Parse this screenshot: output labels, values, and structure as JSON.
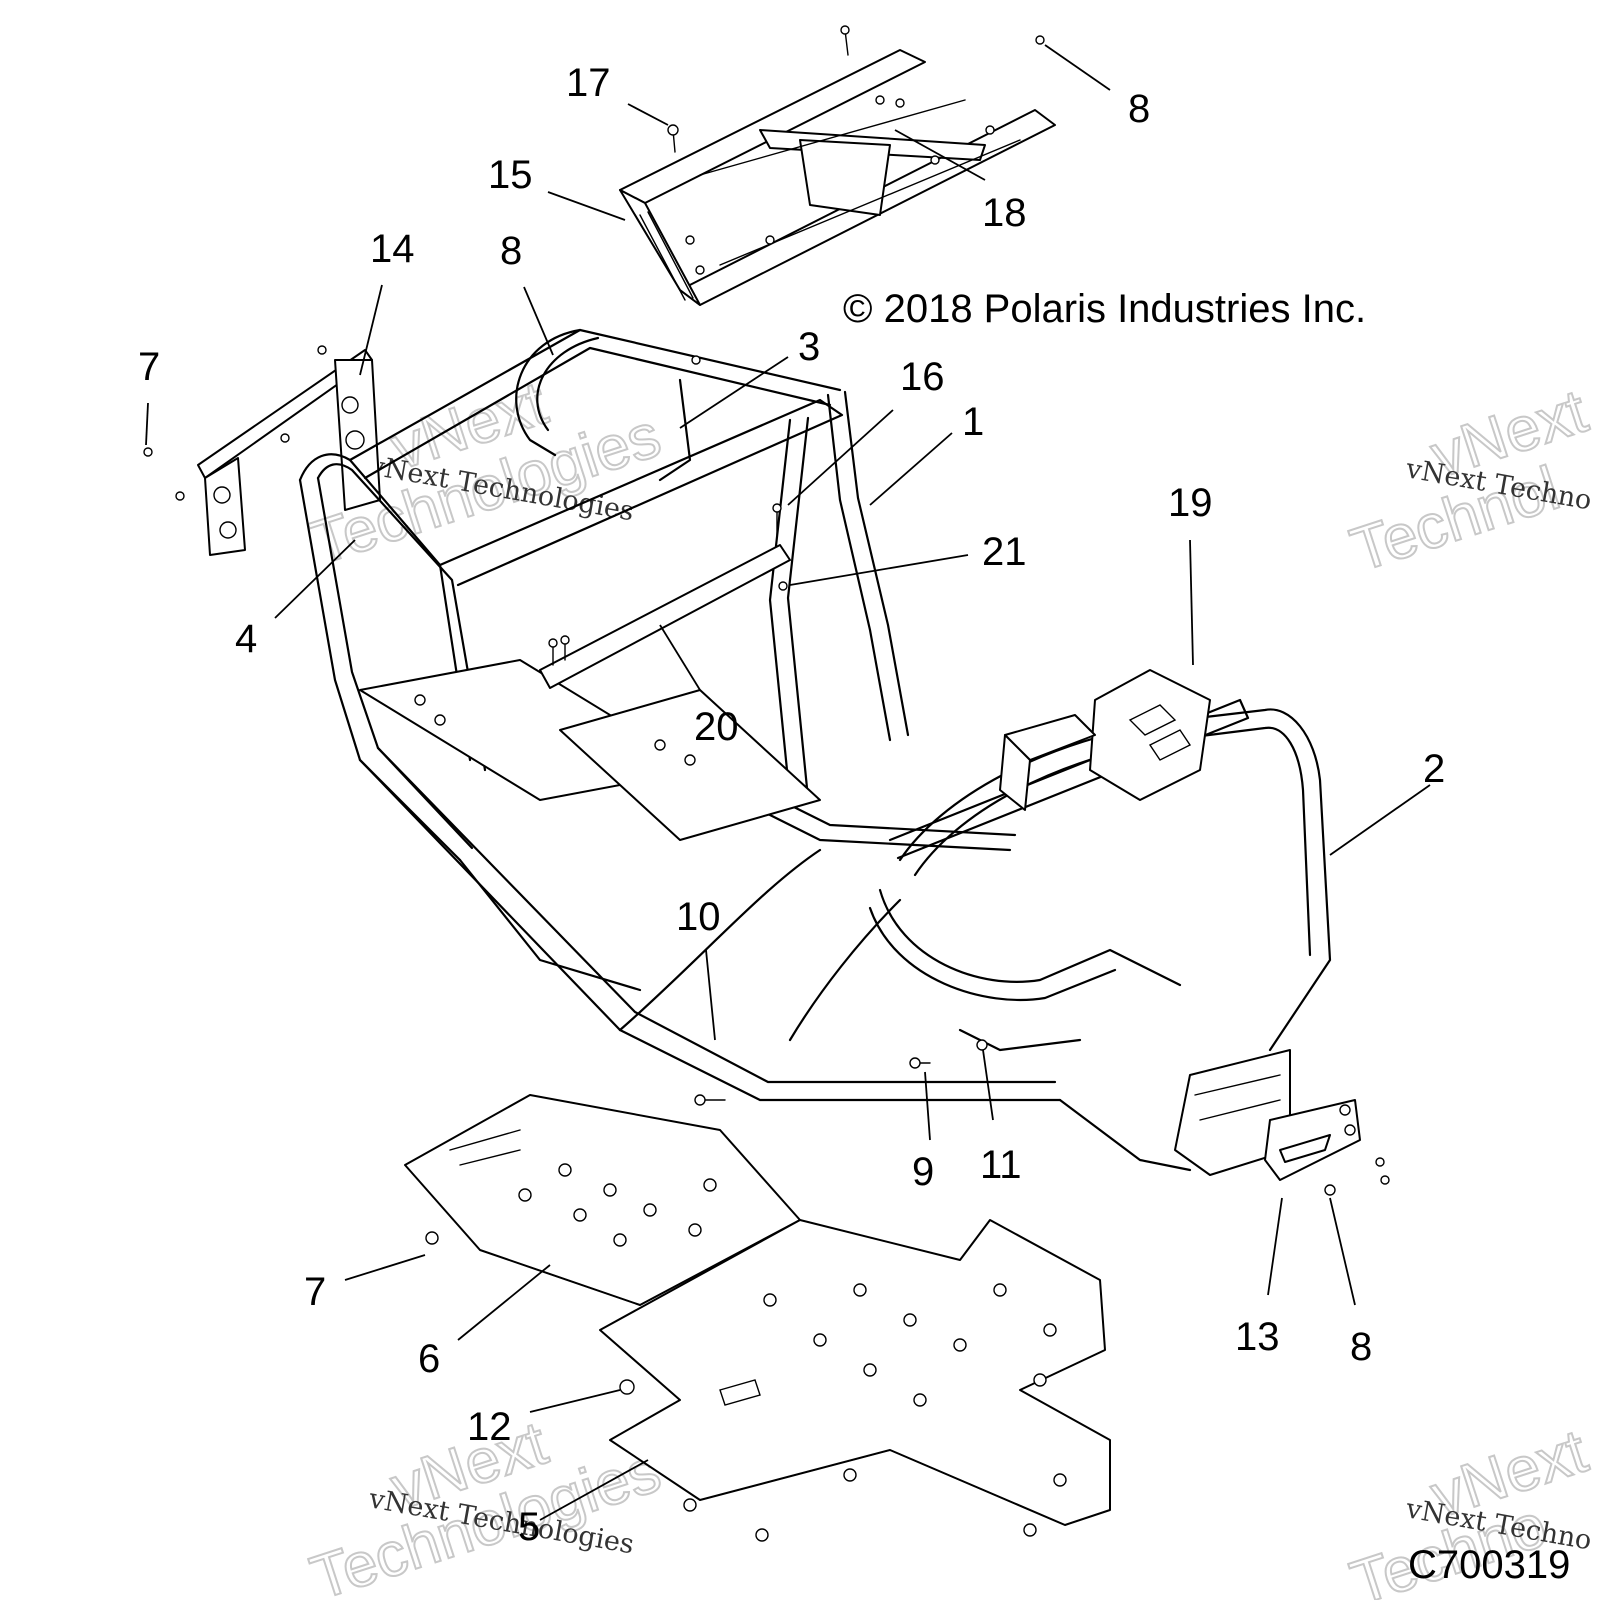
{
  "copyright": "© 2018 Polaris Industries Inc.",
  "figure_id": "C700319",
  "watermarks": [
    {
      "line1": "vNext",
      "line2": "Technologies",
      "small": "vNext Technologies"
    },
    {
      "line1": "vNext",
      "line2": "Technol",
      "small": "vNext Techno"
    },
    {
      "line1": "vNext",
      "line2": "Technologies",
      "small": "vNext Technologies"
    },
    {
      "line1": "vNext",
      "line2": "Techno",
      "small": "vNext Techno"
    }
  ],
  "callouts": [
    {
      "label": "17"
    },
    {
      "label": "8"
    },
    {
      "label": "15"
    },
    {
      "label": "18"
    },
    {
      "label": "14"
    },
    {
      "label": "8"
    },
    {
      "label": "7"
    },
    {
      "label": "3"
    },
    {
      "label": "16"
    },
    {
      "label": "1"
    },
    {
      "label": "19"
    },
    {
      "label": "21"
    },
    {
      "label": "4"
    },
    {
      "label": "20"
    },
    {
      "label": "2"
    },
    {
      "label": "10"
    },
    {
      "label": "9"
    },
    {
      "label": "11"
    },
    {
      "label": "7"
    },
    {
      "label": "6"
    },
    {
      "label": "13"
    },
    {
      "label": "8"
    },
    {
      "label": "12"
    },
    {
      "label": "5"
    }
  ]
}
